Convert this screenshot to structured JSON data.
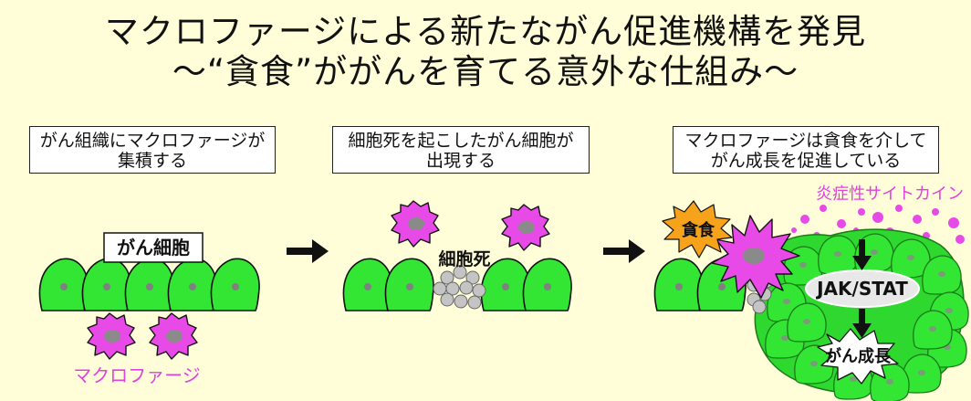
{
  "title": {
    "line1": "マクロファージによる新たながん促進機構を発見",
    "line2": "～“貪食”ががんを育てる意外な仕組み～"
  },
  "steps": [
    {
      "line1": "がん組織にマクロファージが",
      "line2": "集積する"
    },
    {
      "line1": "細胞死を起こしたがん細胞が",
      "line2": "出現する"
    },
    {
      "line1": "マクロファージは貪食を介して",
      "line2": "がん成長を促進している"
    }
  ],
  "labels": {
    "cancer_cell": "がん細胞",
    "macrophage": "マクロファージ",
    "cell_death": "細胞死",
    "phagocytosis": "貪食",
    "cytokine": "炎症性サイトカイン",
    "pathway": "JAK/STAT",
    "growth": "がん成長"
  },
  "colors": {
    "background": "#fffed8",
    "cancer_cell": "#33e633",
    "macrophage": "#e84ae8",
    "dead_cell": "#c0c0c0",
    "burst_orange": "#f7a21b",
    "label_magenta": "#e040e0"
  }
}
